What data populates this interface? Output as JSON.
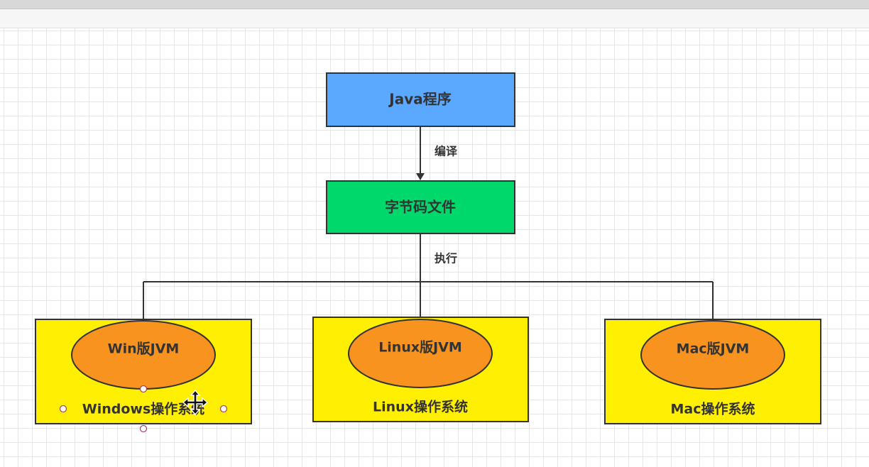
{
  "nodes": {
    "java_program": "Java程序",
    "bytecode_file": "字节码文件",
    "win_jvm": "Win版JVM",
    "linux_jvm": "Linux版JVM",
    "mac_jvm": "Mac版JVM",
    "windows_os": "Windows操作系统",
    "linux_os": "Linux操作系统",
    "mac_os": "Mac操作系统"
  },
  "edges": {
    "compile": "编译",
    "execute": "执行"
  },
  "colors": {
    "java_box": "#5aa8ff",
    "bytecode_box": "#00d86c",
    "os_box": "#ffef00",
    "jvm_ellipse": "#f7931e",
    "stroke": "#333333"
  }
}
